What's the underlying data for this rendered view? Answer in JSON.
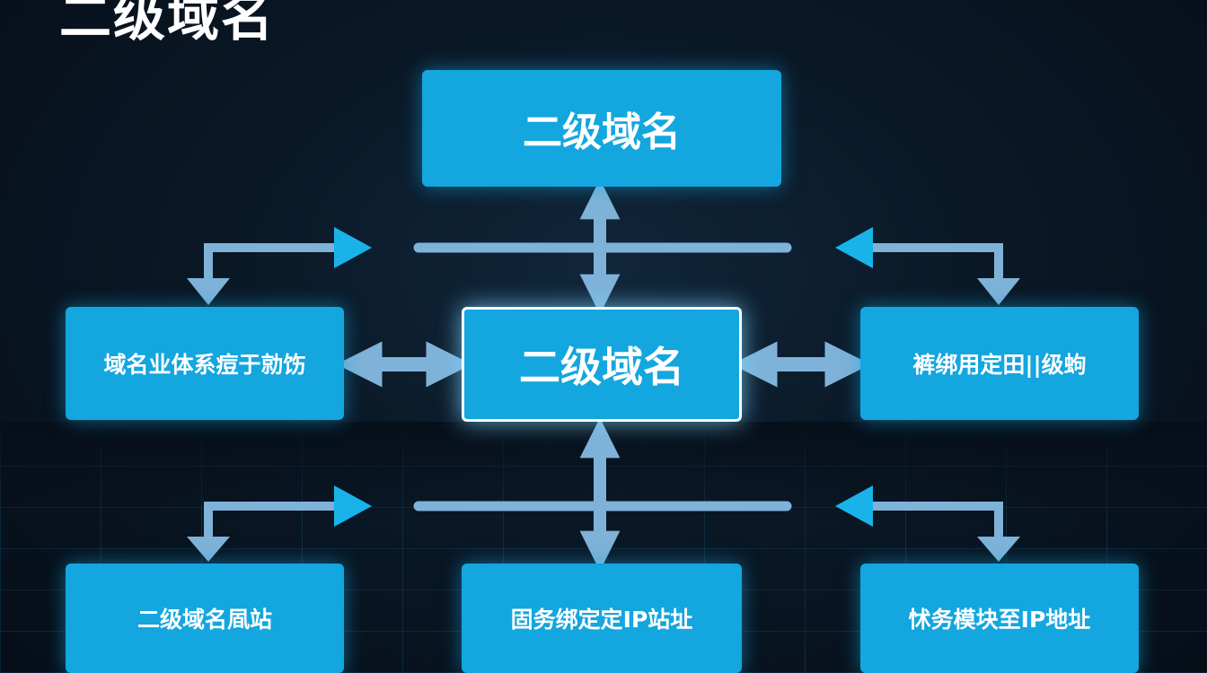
{
  "title": "二级域名",
  "nodes": {
    "top": "二级域名",
    "center": "二级域名",
    "middle_left": "域名业体系痘于勍饬",
    "middle_right": "裤绑用定田||级蚼",
    "bottom_left": "二级域名凮站",
    "bottom_center": "固务绑定定IP站址",
    "bottom_right": "怵务模块至IP地址"
  },
  "colors": {
    "node_fill": "#13a6df",
    "connector": "#7fb2d8",
    "arrow_head_bright": "#19b3ea",
    "background": "#0a1826"
  }
}
